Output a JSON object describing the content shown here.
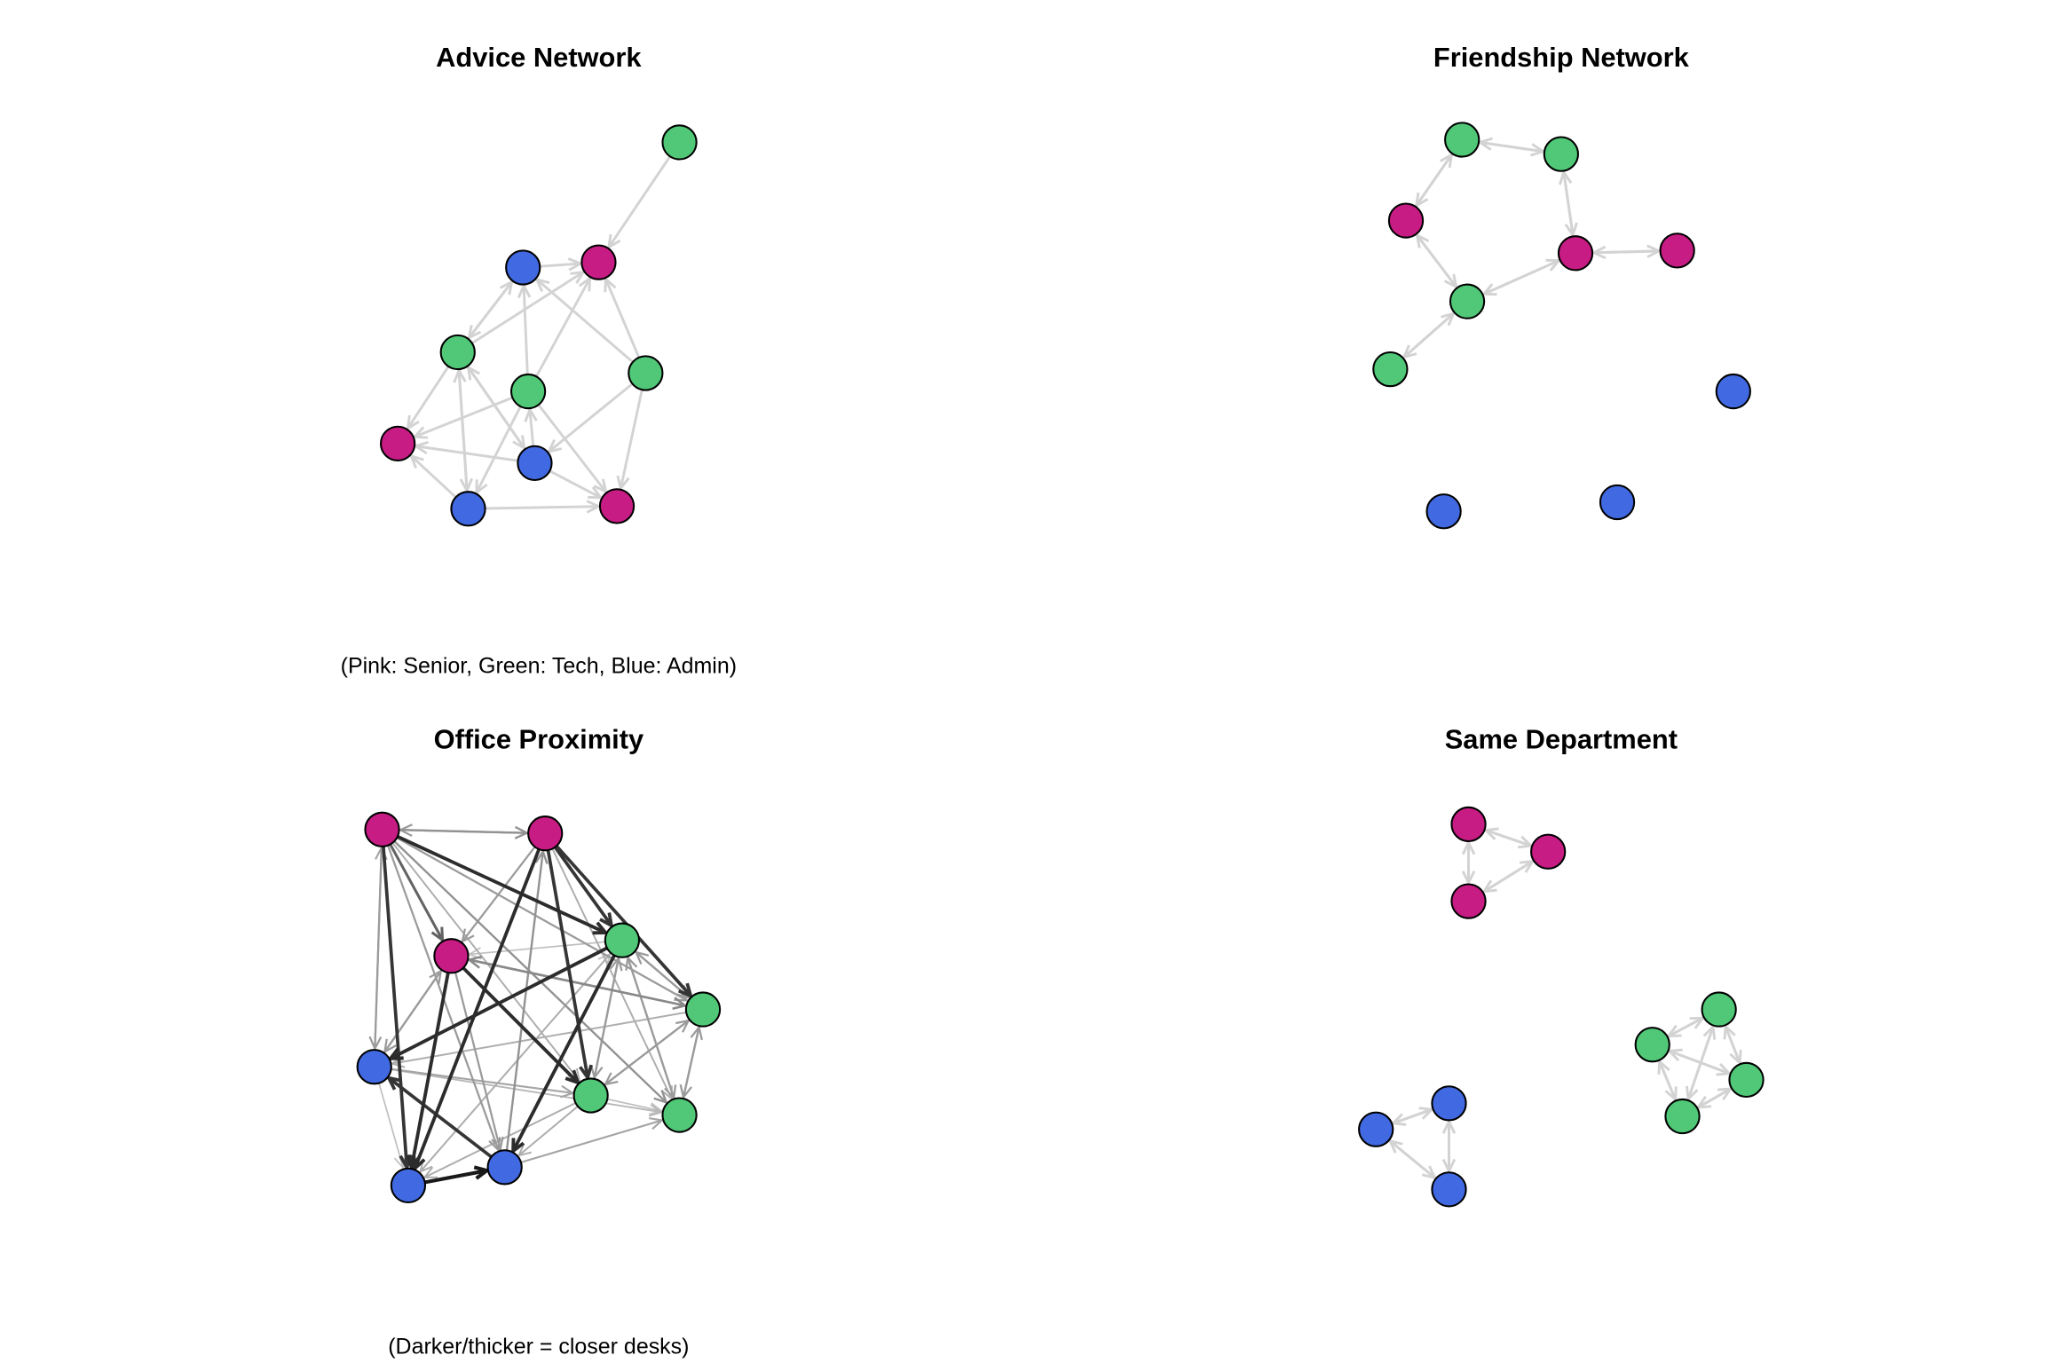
{
  "colors": {
    "Senior": "#C71C84",
    "Tech": "#50C878",
    "Admin": "#4169E1",
    "edge": "#D3D3D3"
  },
  "panels": [
    {
      "key": "advice",
      "title": "Advice Network",
      "caption": "(Pink: Senior, Green: Tech, Blue: Admin)",
      "nodes": [
        {
          "id": "a1",
          "group": "Tech"
        },
        {
          "id": "a2",
          "group": "Admin"
        },
        {
          "id": "a3",
          "group": "Senior"
        },
        {
          "id": "a4",
          "group": "Tech"
        },
        {
          "id": "a5",
          "group": "Tech"
        },
        {
          "id": "a6",
          "group": "Tech"
        },
        {
          "id": "a7",
          "group": "Senior"
        },
        {
          "id": "a8",
          "group": "Admin"
        },
        {
          "id": "a9",
          "group": "Admin"
        },
        {
          "id": "a10",
          "group": "Senior"
        }
      ],
      "edges": [
        [
          "a1",
          "a3"
        ],
        [
          "a2",
          "a3"
        ],
        [
          "a4",
          "a2"
        ],
        [
          "a2",
          "a4"
        ],
        [
          "a4",
          "a3"
        ],
        [
          "a5",
          "a2"
        ],
        [
          "a5",
          "a3"
        ],
        [
          "a6",
          "a2"
        ],
        [
          "a6",
          "a3"
        ],
        [
          "a4",
          "a7"
        ],
        [
          "a5",
          "a7"
        ],
        [
          "a8",
          "a7"
        ],
        [
          "a9",
          "a7"
        ],
        [
          "a4",
          "a9"
        ],
        [
          "a9",
          "a4"
        ],
        [
          "a4",
          "a8"
        ],
        [
          "a8",
          "a4"
        ],
        [
          "a5",
          "a9"
        ],
        [
          "a8",
          "a5"
        ],
        [
          "a6",
          "a8"
        ],
        [
          "a5",
          "a10"
        ],
        [
          "a6",
          "a10"
        ],
        [
          "a8",
          "a10"
        ],
        [
          "a9",
          "a10"
        ]
      ]
    },
    {
      "key": "friend",
      "title": "Friendship Network",
      "caption": "",
      "nodes": [
        {
          "id": "f1",
          "group": "Tech"
        },
        {
          "id": "f2",
          "group": "Tech"
        },
        {
          "id": "f3",
          "group": "Senior"
        },
        {
          "id": "f4",
          "group": "Senior"
        },
        {
          "id": "f5",
          "group": "Senior"
        },
        {
          "id": "f6",
          "group": "Tech"
        },
        {
          "id": "f7",
          "group": "Tech"
        },
        {
          "id": "f8",
          "group": "Admin"
        },
        {
          "id": "f9",
          "group": "Admin"
        },
        {
          "id": "f10",
          "group": "Admin"
        }
      ],
      "edges": [
        [
          "f1",
          "f2"
        ],
        [
          "f2",
          "f1"
        ],
        [
          "f1",
          "f3"
        ],
        [
          "f3",
          "f1"
        ],
        [
          "f2",
          "f4"
        ],
        [
          "f4",
          "f2"
        ],
        [
          "f4",
          "f5"
        ],
        [
          "f5",
          "f4"
        ],
        [
          "f3",
          "f6"
        ],
        [
          "f6",
          "f3"
        ],
        [
          "f6",
          "f4"
        ],
        [
          "f4",
          "f6"
        ],
        [
          "f6",
          "f7"
        ],
        [
          "f7",
          "f6"
        ]
      ]
    },
    {
      "key": "office",
      "title": "Office Proximity",
      "caption": "(Darker/thicker = closer desks)",
      "nodes": [
        {
          "id": "p1",
          "group": "Senior"
        },
        {
          "id": "p2",
          "group": "Senior"
        },
        {
          "id": "p3",
          "group": "Senior"
        },
        {
          "id": "g1",
          "group": "Tech"
        },
        {
          "id": "g2",
          "group": "Tech"
        },
        {
          "id": "g3",
          "group": "Tech"
        },
        {
          "id": "g4",
          "group": "Tech"
        },
        {
          "id": "b1",
          "group": "Admin"
        },
        {
          "id": "b2",
          "group": "Admin"
        },
        {
          "id": "b3",
          "group": "Admin"
        }
      ],
      "edges": [
        [
          "p1",
          "g1",
          0.9
        ],
        [
          "p2",
          "g1",
          0.85
        ],
        [
          "p2",
          "g2",
          0.85
        ],
        [
          "p2",
          "g3",
          0.85
        ],
        [
          "p2",
          "b2",
          0.9
        ],
        [
          "p1",
          "b2",
          0.85
        ],
        [
          "p3",
          "b2",
          0.9
        ],
        [
          "p3",
          "g3",
          0.9
        ],
        [
          "g1",
          "b1",
          0.9
        ],
        [
          "g1",
          "b3",
          0.9
        ],
        [
          "b3",
          "b1",
          0.85
        ],
        [
          "b2",
          "b3",
          1.0
        ],
        [
          "p1",
          "p2",
          0.35
        ],
        [
          "p2",
          "p1",
          0.3
        ],
        [
          "p1",
          "b1",
          0.3
        ],
        [
          "b1",
          "p1",
          0.25
        ],
        [
          "p1",
          "p3",
          0.6
        ],
        [
          "p1",
          "g2",
          0.3
        ],
        [
          "p1",
          "g4",
          0.35
        ],
        [
          "p1",
          "b3",
          0.3
        ],
        [
          "p1",
          "g3",
          0.2
        ],
        [
          "p2",
          "p3",
          0.3
        ],
        [
          "b3",
          "p2",
          0.35
        ],
        [
          "p2",
          "g4",
          0.2
        ],
        [
          "g1",
          "p3",
          0.1
        ],
        [
          "p3",
          "g2",
          0.4
        ],
        [
          "g2",
          "p3",
          0.4
        ],
        [
          "b1",
          "p3",
          0.3
        ],
        [
          "p3",
          "b1",
          0.3
        ],
        [
          "p3",
          "b3",
          0.3
        ],
        [
          "g2",
          "g1",
          0.3
        ],
        [
          "g1",
          "g2",
          0.3
        ],
        [
          "g1",
          "g3",
          0.3
        ],
        [
          "g3",
          "g1",
          0.3
        ],
        [
          "g1",
          "g4",
          0.3
        ],
        [
          "g4",
          "g1",
          0.3
        ],
        [
          "g2",
          "b1",
          0.2
        ],
        [
          "g2",
          "g3",
          0.3
        ],
        [
          "g3",
          "g2",
          0.3
        ],
        [
          "g2",
          "g4",
          0.3
        ],
        [
          "g4",
          "g2",
          0.3
        ],
        [
          "b1",
          "g3",
          0.25
        ],
        [
          "b1",
          "b2",
          0.1
        ],
        [
          "g3",
          "g4",
          0.1
        ],
        [
          "g3",
          "b2",
          0.2
        ],
        [
          "g3",
          "b3",
          0.2
        ],
        [
          "b3",
          "g4",
          0.25
        ],
        [
          "b2",
          "g1",
          0.1
        ],
        [
          "b1",
          "g4",
          0.15
        ],
        [
          "g1",
          "b2",
          0.2
        ]
      ]
    },
    {
      "key": "dept",
      "title": "Same Department",
      "caption": "",
      "nodes": [
        {
          "id": "s1",
          "group": "Senior"
        },
        {
          "id": "s2",
          "group": "Senior"
        },
        {
          "id": "s3",
          "group": "Senior"
        },
        {
          "id": "t1",
          "group": "Tech"
        },
        {
          "id": "t2",
          "group": "Tech"
        },
        {
          "id": "t3",
          "group": "Tech"
        },
        {
          "id": "t4",
          "group": "Tech"
        },
        {
          "id": "d1",
          "group": "Admin"
        },
        {
          "id": "d2",
          "group": "Admin"
        },
        {
          "id": "d3",
          "group": "Admin"
        }
      ],
      "edges": [
        [
          "s1",
          "s2"
        ],
        [
          "s2",
          "s1"
        ],
        [
          "s1",
          "s3"
        ],
        [
          "s3",
          "s1"
        ],
        [
          "s2",
          "s3"
        ],
        [
          "s3",
          "s2"
        ],
        [
          "t1",
          "t2"
        ],
        [
          "t2",
          "t1"
        ],
        [
          "t1",
          "t3"
        ],
        [
          "t3",
          "t1"
        ],
        [
          "t1",
          "t4"
        ],
        [
          "t4",
          "t1"
        ],
        [
          "t2",
          "t3"
        ],
        [
          "t3",
          "t2"
        ],
        [
          "t2",
          "t4"
        ],
        [
          "t4",
          "t2"
        ],
        [
          "t3",
          "t4"
        ],
        [
          "t4",
          "t3"
        ],
        [
          "d1",
          "d2"
        ],
        [
          "d2",
          "d1"
        ],
        [
          "d1",
          "d3"
        ],
        [
          "d3",
          "d1"
        ],
        [
          "d2",
          "d3"
        ],
        [
          "d3",
          "d2"
        ]
      ]
    }
  ]
}
